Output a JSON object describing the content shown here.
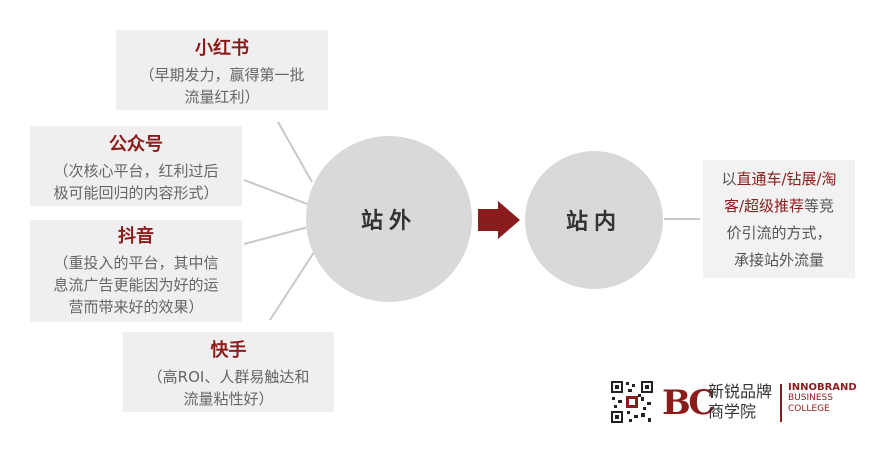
{
  "left_boxes": [
    {
      "title": "小红书",
      "desc": "（早期发力，赢得第一批\n流量红利）"
    },
    {
      "title": "公众号",
      "desc": "（次核心平台，红利过后\n极可能回归的内容形式）"
    },
    {
      "title": "抖音",
      "desc": "（重投入的平台，其中信\n息流广告更能因为好的运\n营而带来好的效果）"
    },
    {
      "title": "快手",
      "desc": "（高ROI、人群易触达和\n流量粘性好）"
    }
  ],
  "circles": {
    "outer": "站外",
    "inner": "站内"
  },
  "right_desc": {
    "p1": "以",
    "h1": "直通车/钻展/淘",
    "h2": "客/超级推荐",
    "p2": "等竞",
    "l3": "价引流的方式，",
    "l4": "承接站外流量"
  },
  "logo": {
    "mark": "BC",
    "cn_line1": "新锐品牌",
    "cn_line2": "商学院",
    "en_line1": "INNOBRAND",
    "en_line2": "BUSINESS",
    "en_line3": "COLLEGE"
  },
  "colors": {
    "accent": "#8b1c1c",
    "box": "#efefef",
    "circle": "#d9d9d9",
    "line": "#c8c8c8"
  }
}
